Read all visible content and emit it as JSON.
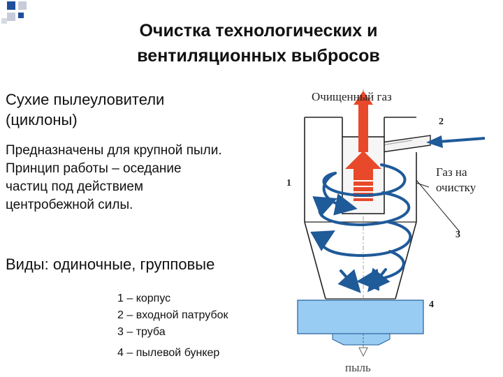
{
  "title": {
    "line1": "Очистка технологических и",
    "line2": "вентиляционных выбросов"
  },
  "heading": {
    "line1": "Сухие пылеуловители",
    "line2": "(циклоны)"
  },
  "description": {
    "line1": "Предназначены для крупной пыли.",
    "line2": "Принцип работы – оседание",
    "line3": "частиц под действием",
    "line4": "центробежной силы."
  },
  "types": "Виды: одиночные, групповые",
  "legend": {
    "item1": "1 – корпус",
    "item2": "2 – входной патрубок",
    "item3": "3 – труба",
    "item4": "4 – пылевой бункер"
  },
  "diagram": {
    "clean_gas_label": "Очищенный газ",
    "gas_in_label_line1": "Газ на",
    "gas_in_label_line2": "очистку",
    "dust_label": "пыль",
    "num1": "1",
    "num2": "2",
    "num3": "3",
    "num4": "4",
    "colors": {
      "hopper": "#99ccf2",
      "swirl": "#1f5a99",
      "outlet_arrow": "#e8492a",
      "body_line": "#222222"
    }
  }
}
